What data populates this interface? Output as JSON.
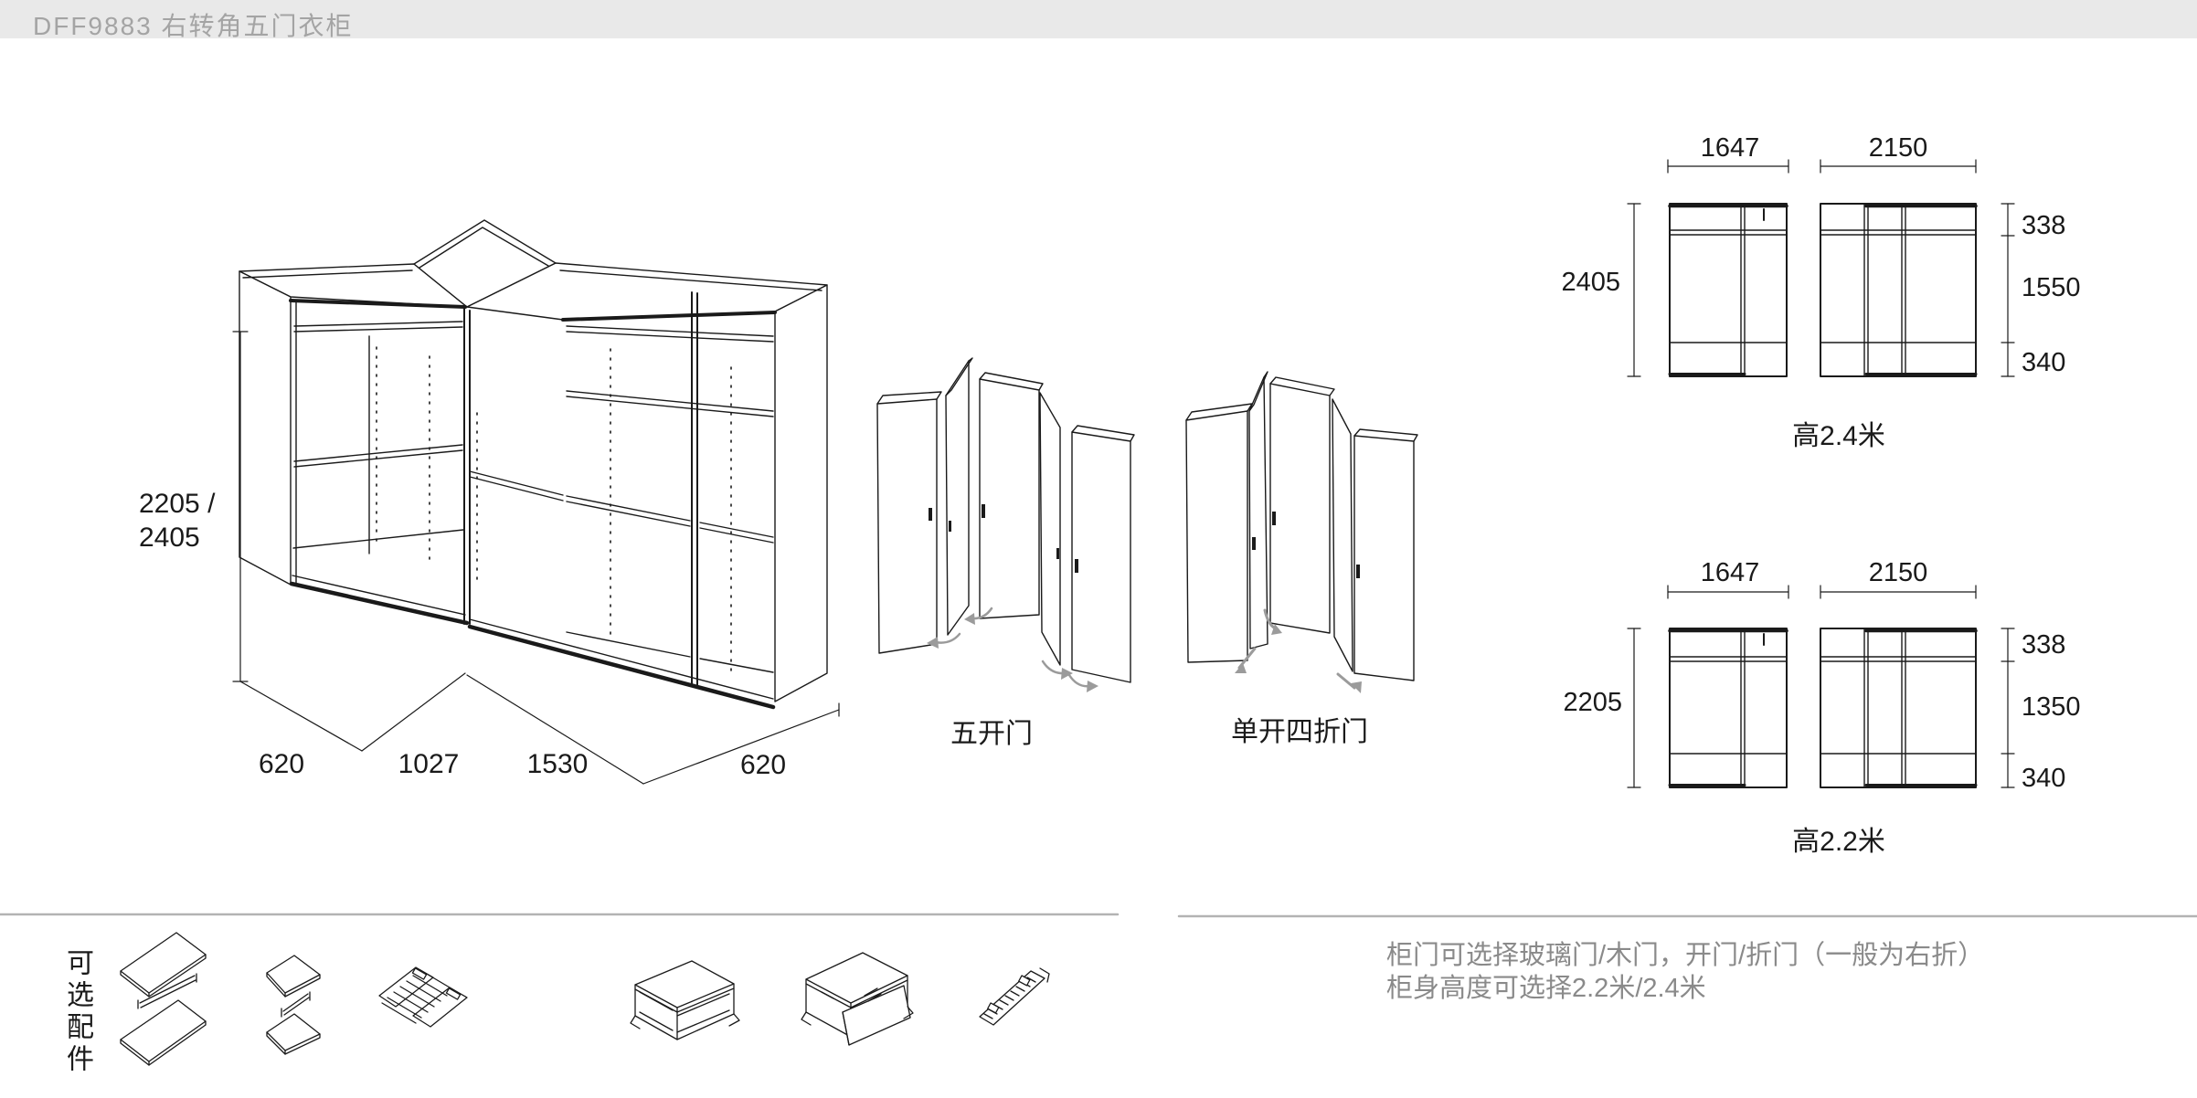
{
  "header": {
    "title": "DFF9883 右转角五门衣柜"
  },
  "iso": {
    "dim_height_l1": "2205 /",
    "dim_height_l2": "2405",
    "dim_620_left": "620",
    "dim_1027": "1027",
    "dim_1530": "1530",
    "dim_620_right": "620"
  },
  "doors": {
    "five_label": "五开门",
    "fold_label": "单开四折门"
  },
  "elev_top": {
    "w1": "1647",
    "w2": "2150",
    "h": "2405",
    "s1": "338",
    "s2": "1550",
    "s3": "340",
    "caption": "高2.4米"
  },
  "elev_bottom": {
    "w1": "1647",
    "w2": "2150",
    "h": "2205",
    "s1": "338",
    "s2": "1350",
    "s3": "340",
    "caption": "高2.2米"
  },
  "accessories": {
    "label": "可选配件"
  },
  "notes": {
    "line1": "柜门可选择玻璃门/木门，开门/折门（一般为右折）",
    "line2": "柜身高度可选择2.2米/2.4米"
  },
  "colors": {
    "line": "#1a1a1a",
    "header_bg": "#e9e9e9",
    "header_text": "#a4a4a4",
    "gray_text": "#8a8a8a",
    "divider": "#b3b3b3",
    "arrow": "#9b9b9b"
  }
}
